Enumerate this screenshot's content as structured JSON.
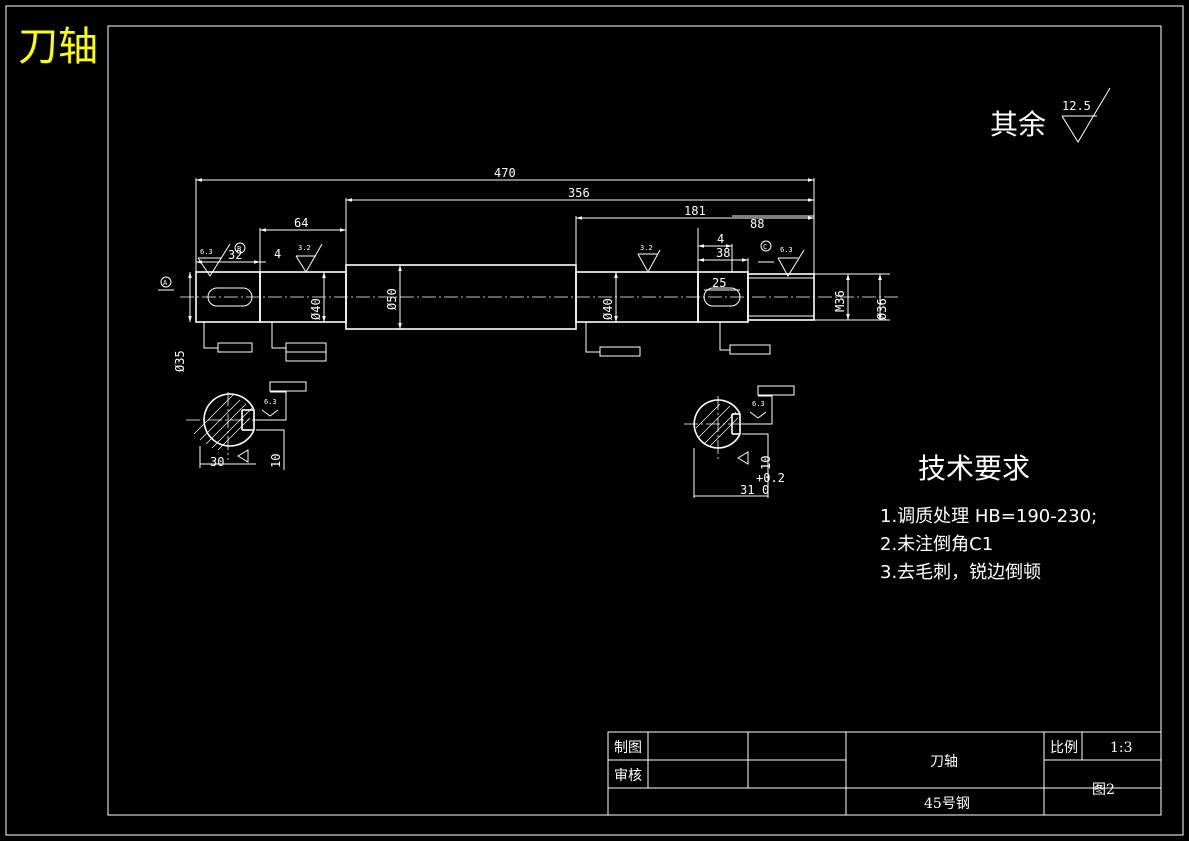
{
  "drawing_title": "刀轴",
  "surface_note": {
    "label": "其余",
    "value": "12.5"
  },
  "dimensions": {
    "overall": "470",
    "d356": "356",
    "d181": "181",
    "d88": "88",
    "d64": "64",
    "d4_left": "4",
    "d32": "32",
    "d4_right": "4",
    "d38": "38",
    "d25": "25",
    "dia50": "Ø50",
    "m36": "M36",
    "dia40_left": "Ø40",
    "dia40_right": "Ø40",
    "dia35": "Ø35",
    "dia36": "Ø36",
    "sec1_30": "30",
    "sec1_10": "10",
    "sec2_31": "31",
    "sec2_10": "10",
    "tol_plus": "+0.2",
    "tol_zero": "0"
  },
  "datums": {
    "a": "A",
    "b": "B",
    "c": "C"
  },
  "roughness": {
    "r1": "6.3",
    "r2": "3.2",
    "r3": "3.2",
    "r4": "6.3",
    "r5": "6.3",
    "r6": "6.3"
  },
  "tech_requirements": {
    "heading": "技术要求",
    "items": [
      "1.调质处理 HB=190-230;",
      "2.未注倒角C1",
      "3.去毛刺，锐边倒顿"
    ]
  },
  "title_block": {
    "drawn": "制图",
    "checked": "审核",
    "part_name": "刀轴",
    "material": "45号钢",
    "scale_label": "比例",
    "scale_value": "1:3",
    "drawing_no": "图2"
  }
}
